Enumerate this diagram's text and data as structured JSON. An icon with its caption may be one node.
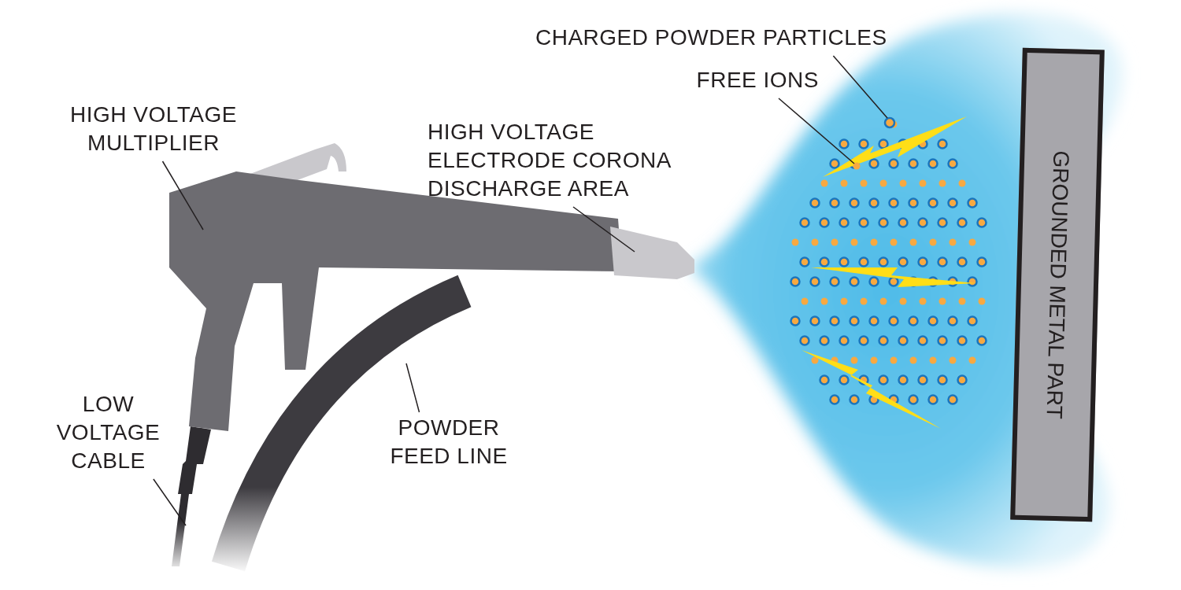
{
  "diagram": {
    "nodes": [
      {
        "text": [
          "HIGH VOLTAGE MULTIPLIER"
        ]
      },
      {
        "text": [],
        "shape": "picture"
      },
      {
        "text": [
          "HIGH VOLTAGE ELECTRODE CORONA DISCHARGE AREA"
        ]
      },
      {
        "text": [],
        "shape": "picture"
      },
      {
        "text": [
          "CHARGED POWDER PARTICLES"
        ]
      },
      {
        "text": [],
        "shape": "circle"
      },
      {
        "text": [
          "FREE IONS"
        ]
      },
      {
        "text": [],
        "shape": "circle"
      },
      {
        "text": [
          "LOW VOLTAGE CABLE"
        ]
      },
      {
        "text": [],
        "shape": "picture"
      },
      {
        "text": [
          "POWDER FEED LINE"
        ]
      },
      {
        "text": [],
        "shape": "picture"
      },
      {
        "text": [
          "GROUNDED METAL PART"
        ]
      }
    ],
    "edges": [
      {
        "from": 0,
        "to": 1,
        "arrow": "none"
      },
      {
        "from": 2,
        "to": 3,
        "arrow": "none"
      },
      {
        "from": 4,
        "to": 5,
        "arrow": "none"
      },
      {
        "from": 6,
        "to": 7,
        "arrow": "none"
      },
      {
        "from": 8,
        "to": 9,
        "arrow": "none"
      },
      {
        "from": 10,
        "to": 11,
        "arrow": "none"
      }
    ]
  }
}
